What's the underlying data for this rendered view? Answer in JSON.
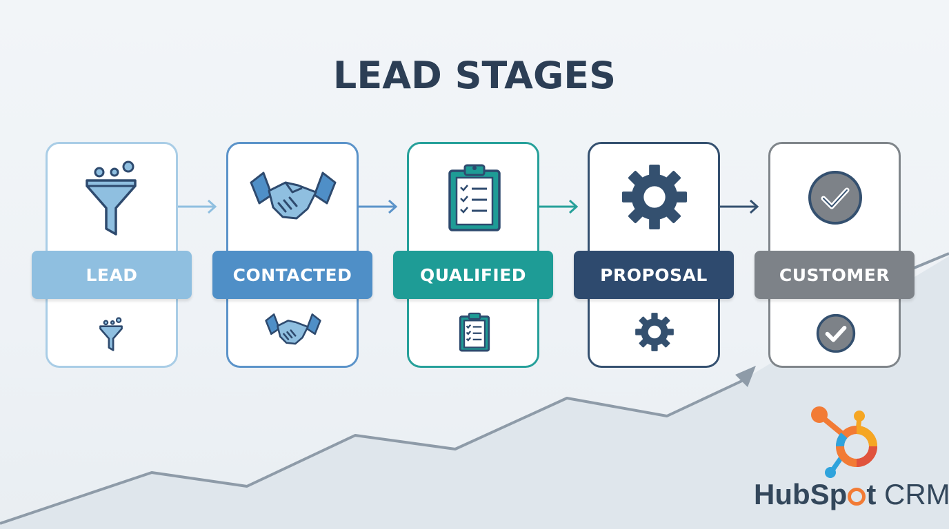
{
  "title": "LEAD STAGES",
  "stages": [
    {
      "label": "LEAD",
      "icon": "funnel-icon",
      "color": "#8fbfe0",
      "border": "#a9cde6"
    },
    {
      "label": "CONTACTED",
      "icon": "handshake-icon",
      "color": "#4f8fc7",
      "border": "#5b93c9"
    },
    {
      "label": "QUALIFIED",
      "icon": "clipboard-icon",
      "color": "#1e9c96",
      "border": "#26a09a"
    },
    {
      "label": "PROPOSAL",
      "icon": "gear-icon",
      "color": "#2e4a6e",
      "border": "#34506f"
    },
    {
      "label": "CUSTOMER",
      "icon": "checkmark-circle-icon",
      "color": "#7d8288",
      "border": "#7f858a"
    }
  ],
  "logo": {
    "brand_prefix": "HubSp",
    "brand_suffix": "t",
    "product": " CRM",
    "sprocket_colors": [
      "#f27b35",
      "#f5a623",
      "#2fa3dc",
      "#e0533d"
    ]
  },
  "colors": {
    "title": "#2c3e55",
    "trend_line": "#8e9ba8",
    "trend_fill": "#dde4ea"
  }
}
